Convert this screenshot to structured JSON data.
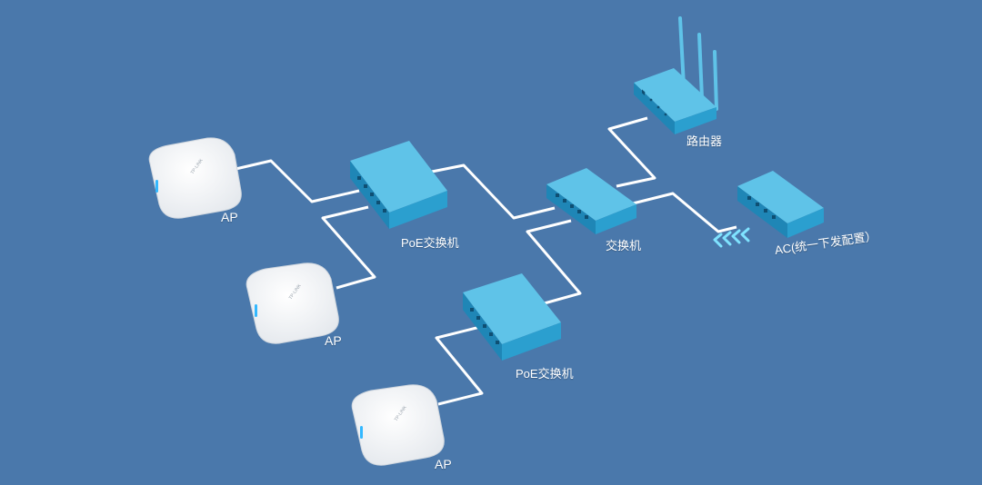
{
  "colors": {
    "background": "#4a78ab",
    "device_top": "#5fc3e8",
    "device_side": "#2b9fcf",
    "device_front": "#1f86b6",
    "cable": "#ffffff",
    "ap_body": "#f4f6f8",
    "ap_led": "#33b8ff",
    "signal": "#7fe3ff"
  },
  "nodes": {
    "ap1": {
      "type": "access-point",
      "label": "AP"
    },
    "ap2": {
      "type": "access-point",
      "label": "AP"
    },
    "ap3": {
      "type": "access-point",
      "label": "AP"
    },
    "poe_switch_1": {
      "type": "poe-switch",
      "label": "PoE交换机"
    },
    "poe_switch_2": {
      "type": "poe-switch",
      "label": "PoE交换机"
    },
    "switch": {
      "type": "switch",
      "label": "交换机"
    },
    "router": {
      "type": "router",
      "label": "路由器"
    },
    "ac": {
      "type": "access-controller",
      "label": "AC(统一下发配置）"
    }
  },
  "edges": [
    {
      "from": "ap1",
      "to": "poe_switch_1"
    },
    {
      "from": "ap2",
      "to": "poe_switch_1"
    },
    {
      "from": "poe_switch_1",
      "to": "switch"
    },
    {
      "from": "ap3",
      "to": "poe_switch_2"
    },
    {
      "from": "poe_switch_2",
      "to": "switch"
    },
    {
      "from": "switch",
      "to": "router"
    },
    {
      "from": "switch",
      "to": "ac"
    }
  ],
  "icons": {
    "signal": "chevron-left-icon"
  }
}
